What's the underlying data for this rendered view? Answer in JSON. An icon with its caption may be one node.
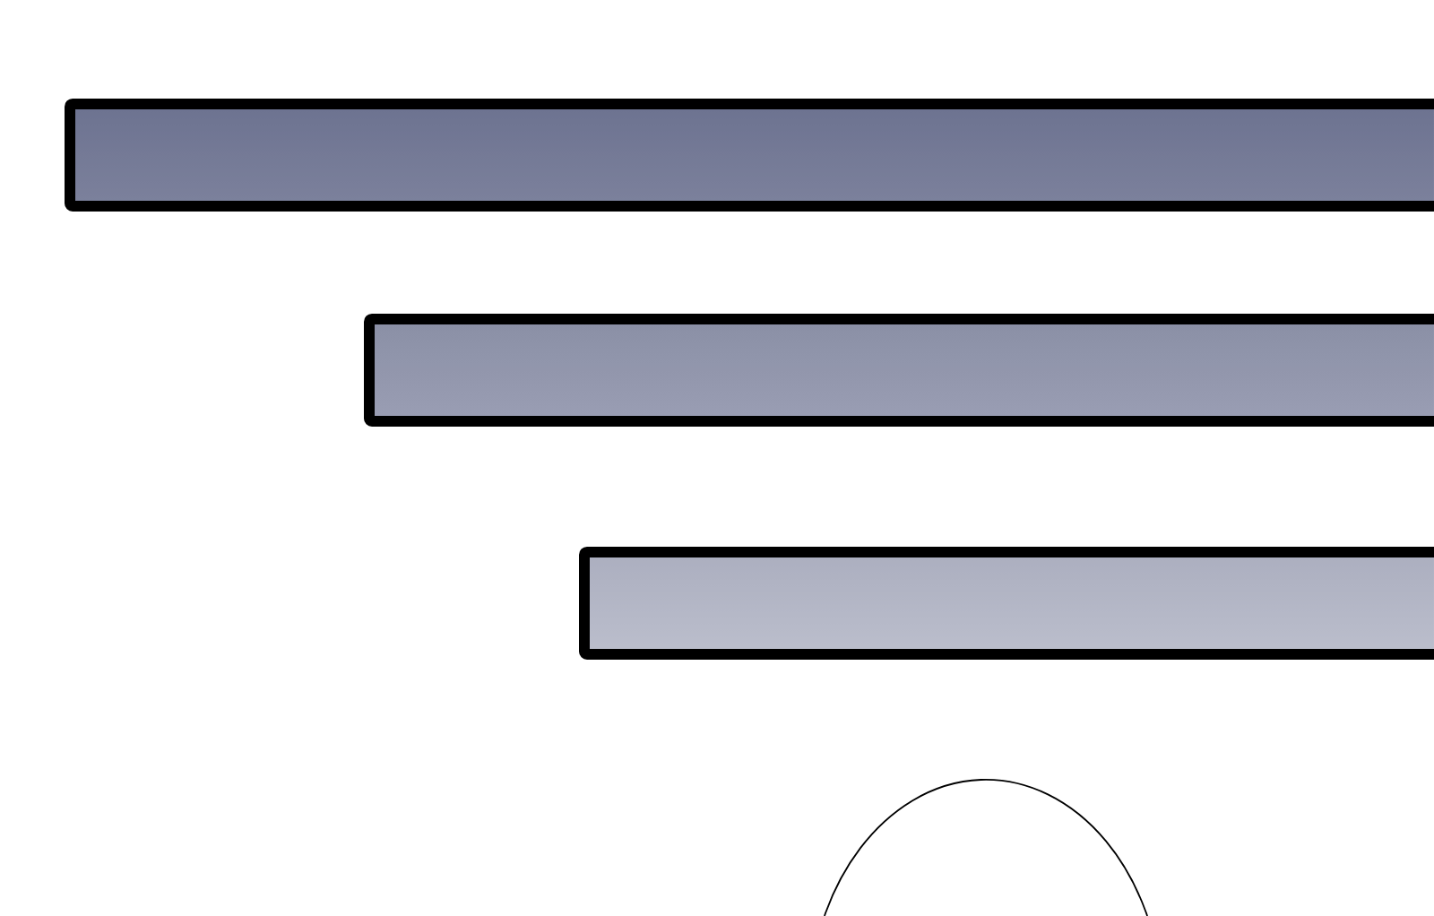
{
  "diagram": {
    "nodes": [
      {
        "text": [],
        "shape": "bar"
      },
      {
        "text": [],
        "shape": "bar"
      },
      {
        "text": [],
        "shape": "bar"
      },
      {
        "text": [],
        "shape": "ellipse"
      }
    ]
  }
}
